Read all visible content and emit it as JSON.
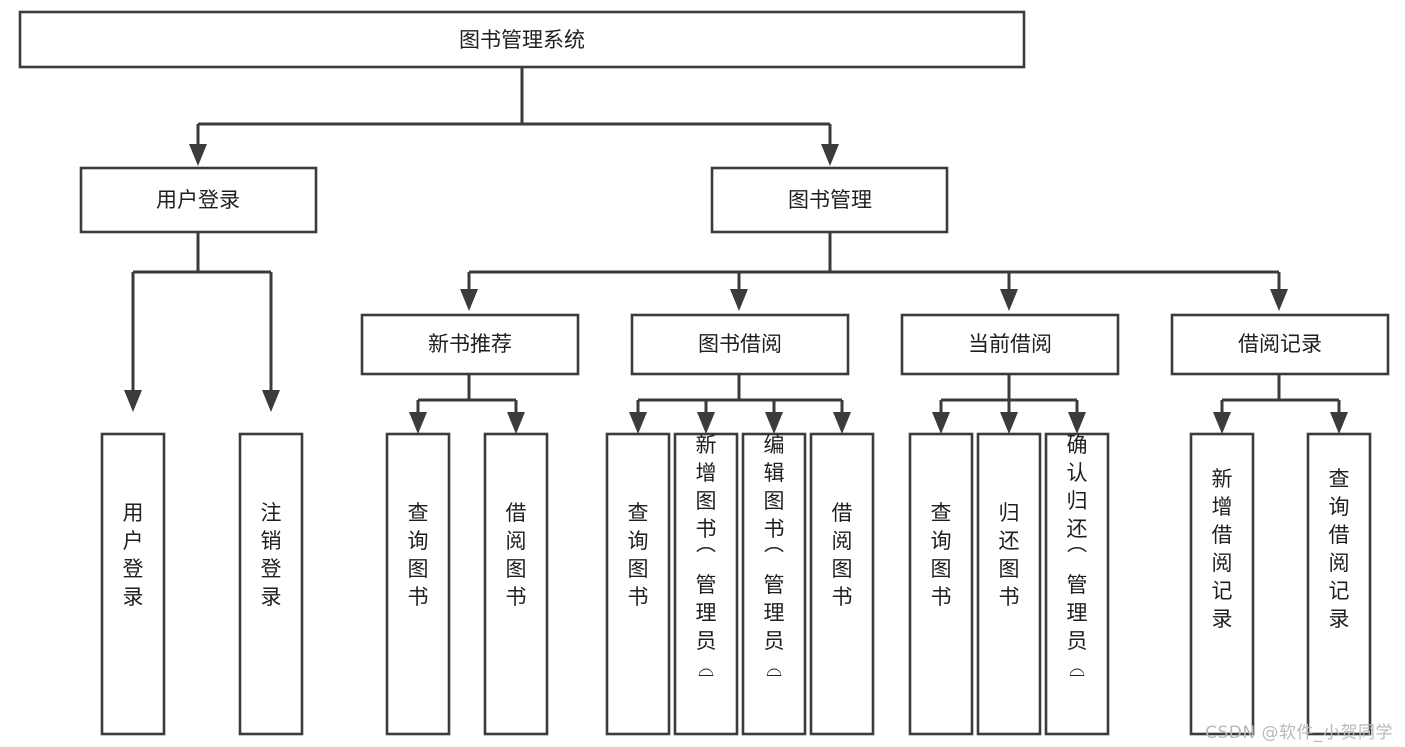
{
  "diagram": {
    "type": "tree",
    "title": "图书管理系统",
    "orientation": "top-down",
    "root": {
      "id": "root",
      "label": "图书管理系统"
    },
    "level2": [
      {
        "id": "user-login",
        "label": "用户登录"
      },
      {
        "id": "book-manage",
        "label": "图书管理"
      }
    ],
    "level3": [
      {
        "id": "new-book-rec",
        "label": "新书推荐",
        "parent": "book-manage"
      },
      {
        "id": "book-borrow",
        "label": "图书借阅",
        "parent": "book-manage"
      },
      {
        "id": "current-borrow",
        "label": "当前借阅",
        "parent": "book-manage"
      },
      {
        "id": "borrow-record",
        "label": "借阅记录",
        "parent": "book-manage"
      }
    ],
    "leaves": {
      "user-login": [
        {
          "id": "leaf-user-login",
          "label": "用户登录"
        },
        {
          "id": "leaf-user-logout",
          "label": "注销登录"
        }
      ],
      "new-book-rec": [
        {
          "id": "leaf-query-book-1",
          "label": "查询图书"
        },
        {
          "id": "leaf-borrow-book-1",
          "label": "借阅图书"
        }
      ],
      "book-borrow": [
        {
          "id": "leaf-query-book-2",
          "label": "查询图书"
        },
        {
          "id": "leaf-add-book",
          "label": "新增图书（管理员）"
        },
        {
          "id": "leaf-edit-book",
          "label": "编辑图书（管理员）"
        },
        {
          "id": "leaf-borrow-book-2",
          "label": "借阅图书"
        }
      ],
      "current-borrow": [
        {
          "id": "leaf-query-book-3",
          "label": "查询图书"
        },
        {
          "id": "leaf-return-book",
          "label": "归还图书"
        },
        {
          "id": "leaf-confirm-return",
          "label": "确认归还（管理员）"
        }
      ],
      "borrow-record": [
        {
          "id": "leaf-add-record",
          "label": "新增借阅记录"
        },
        {
          "id": "leaf-query-record",
          "label": "查询借阅记录"
        }
      ]
    }
  },
  "colors": {
    "stroke": "#3b3b3b",
    "box_fill": "#ffffff",
    "text": "#1f1f1f",
    "background": "#ffffff",
    "watermark": "#b9b9b9"
  },
  "watermark": {
    "text": "CSDN @软件_小贺同学"
  }
}
